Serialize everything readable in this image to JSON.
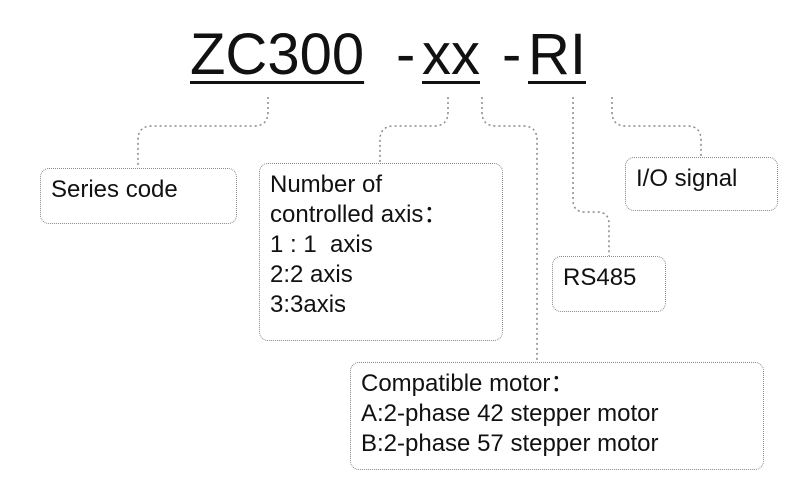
{
  "model_code": {
    "series": "ZC300",
    "sep1": "-",
    "axis": "xx",
    "sep2": "-",
    "options": "RI"
  },
  "boxes": {
    "series_code": {
      "lines": [
        "Series code"
      ]
    },
    "axis_count": {
      "lines": [
        "Number of",
        "controlled axis：",
        "1 : 1  axis",
        "2:2 axis",
        "3:3axis"
      ]
    },
    "motor": {
      "lines": [
        "Compatible motor：",
        "A:2-phase 42 stepper motor",
        "B:2-phase 57 stepper motor"
      ]
    },
    "rs485": {
      "lines": [
        "RS485"
      ]
    },
    "io_signal": {
      "lines": [
        "I/O signal"
      ]
    }
  },
  "colors": {
    "text": "#111111",
    "connector": "#8a8a8a"
  }
}
